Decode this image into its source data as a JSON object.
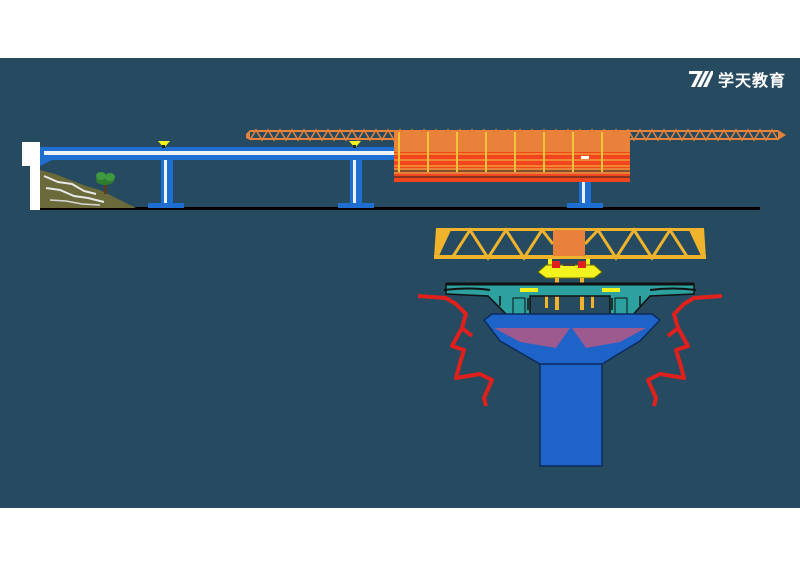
{
  "brand": {
    "name": "学天教育",
    "icon": "xuetian-logo-icon"
  },
  "colors": {
    "slide_background": "#264B60",
    "girder": "#1E6FD1",
    "girder_deck": "#EEF2F7",
    "truss": "#E8813A",
    "formwork": "#F0451F",
    "pier": "#1E63C8",
    "pier_cap": "#9C5A8E",
    "box_girder": "#2DA0A0",
    "falsework": "#F0B32C",
    "crack": "#E0201C",
    "jack": "#F2F21E"
  },
  "diagram": {
    "elevation_view": "movable-scaffold-system-elevation",
    "section_view": "movable-scaffold-system-cross-section"
  }
}
